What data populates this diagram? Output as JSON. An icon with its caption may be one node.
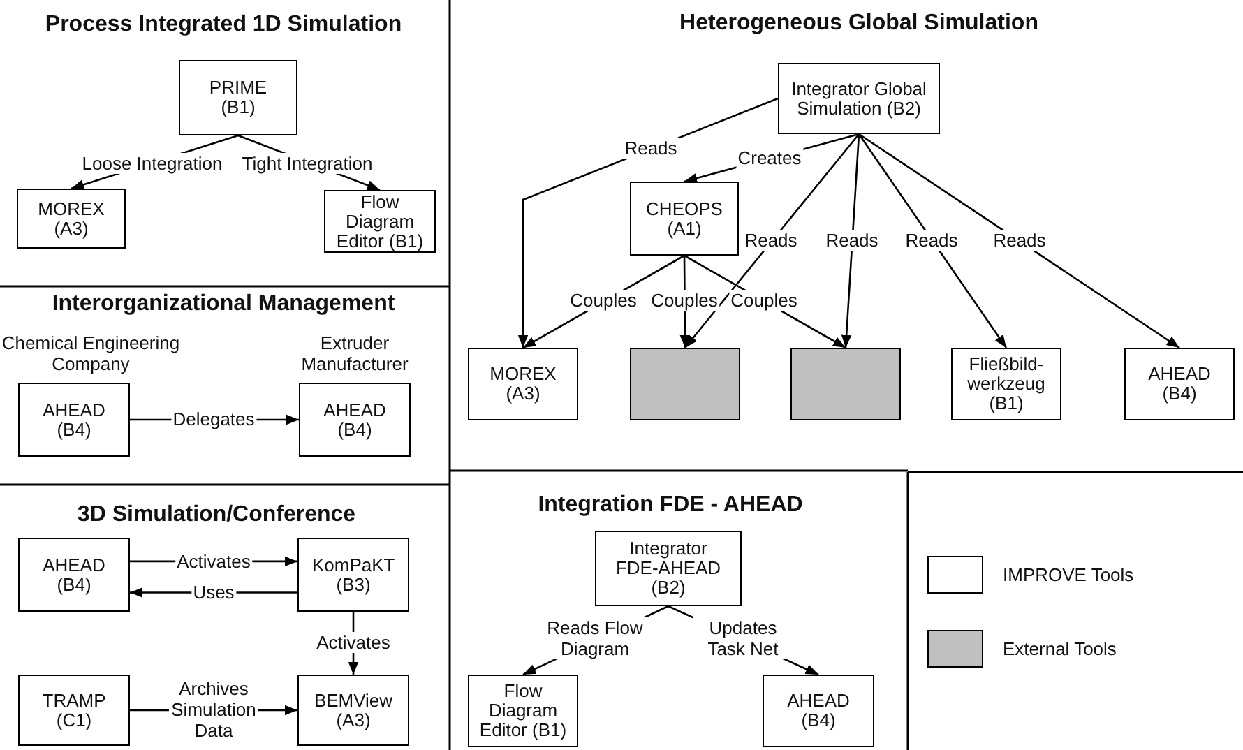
{
  "diagram": {
    "nodes": [
      {
        "text": [
          "PRIME (B1)"
        ]
      },
      {
        "text": [
          "MOREX (A3)"
        ]
      },
      {
        "text": [
          "Flow Diagram Editor (B1)"
        ]
      },
      {
        "text": [
          "Integrator Global Simulation (B2)"
        ]
      },
      {
        "text": [
          "CHEOPS (A1)"
        ]
      },
      {
        "text": [
          "MOREX (A3)"
        ]
      },
      {
        "text": [],
        "shape": "box"
      },
      {
        "text": [],
        "shape": "box"
      },
      {
        "text": [
          "Fließbild-werkzeug (B1)"
        ]
      },
      {
        "text": [
          "AHEAD (B4)"
        ]
      },
      {
        "text": [
          "AHEAD (B4)"
        ],
        "beside": [
          "Chemical Engineering Company"
        ]
      },
      {
        "text": [
          "AHEAD (B4)"
        ],
        "beside": [
          "Extruder Manufacturer"
        ]
      },
      {
        "text": [
          "AHEAD (B4)"
        ]
      },
      {
        "text": [
          "KomPaKT (B3)"
        ]
      },
      {
        "text": [
          "TRAMP (C1)"
        ]
      },
      {
        "text": [
          "BEMView (A3)"
        ]
      },
      {
        "text": [
          "Integrator FDE-AHEAD (B2)"
        ]
      },
      {
        "text": [
          "Flow Diagram Editor (B1)"
        ]
      },
      {
        "text": [
          "AHEAD (B4)"
        ]
      }
    ],
    "edges": [
      {
        "from": 0,
        "to": 1,
        "arrow": "to",
        "label": "Loose Integration"
      },
      {
        "from": 0,
        "to": 2,
        "arrow": "to",
        "label": "Tight Integration"
      },
      {
        "from": 3,
        "to": 4,
        "arrow": "to",
        "label": "Creates"
      },
      {
        "from": 3,
        "to": 5,
        "arrow": "to",
        "label": "Reads"
      },
      {
        "from": 3,
        "to": 6,
        "arrow": "to",
        "label": "Reads"
      },
      {
        "from": 3,
        "to": 7,
        "arrow": "to",
        "label": "Reads"
      },
      {
        "from": 3,
        "to": 8,
        "arrow": "to",
        "label": "Reads"
      },
      {
        "from": 3,
        "to": 9,
        "arrow": "to",
        "label": "Reads"
      },
      {
        "from": 4,
        "to": 5,
        "arrow": "to",
        "label": "Couples"
      },
      {
        "from": 4,
        "to": 6,
        "arrow": "to",
        "label": "Couples"
      },
      {
        "from": 4,
        "to": 7,
        "arrow": "to",
        "label": "Couples"
      },
      {
        "from": 10,
        "to": 11,
        "arrow": "to",
        "label": "Delegates"
      },
      {
        "from": 12,
        "to": 13,
        "arrow": "to",
        "label": "Activates"
      },
      {
        "from": 13,
        "to": 12,
        "arrow": "to",
        "label": "Uses"
      },
      {
        "from": 13,
        "to": 15,
        "arrow": "to",
        "label": "Activates"
      },
      {
        "from": 14,
        "to": 15,
        "arrow": "to",
        "label": "Archives Simulation Data"
      },
      {
        "from": 16,
        "to": 17,
        "arrow": "to",
        "label": "Reads Flow Diagram"
      },
      {
        "from": 16,
        "to": 18,
        "arrow": "to",
        "label": "Updates Task Net"
      }
    ],
    "labels": [
      "Process Integrated 1D Simulation",
      "Heterogeneous Global Simulation",
      "Interorganizational Management",
      "3D Simulation/Conference",
      "Integration FDE - AHEAD"
    ],
    "legend": [
      {
        "text": "IMPROVE Tools",
        "color": "#ffffff"
      },
      {
        "text": "External Tools",
        "color": "#c0c0c0"
      }
    ]
  }
}
